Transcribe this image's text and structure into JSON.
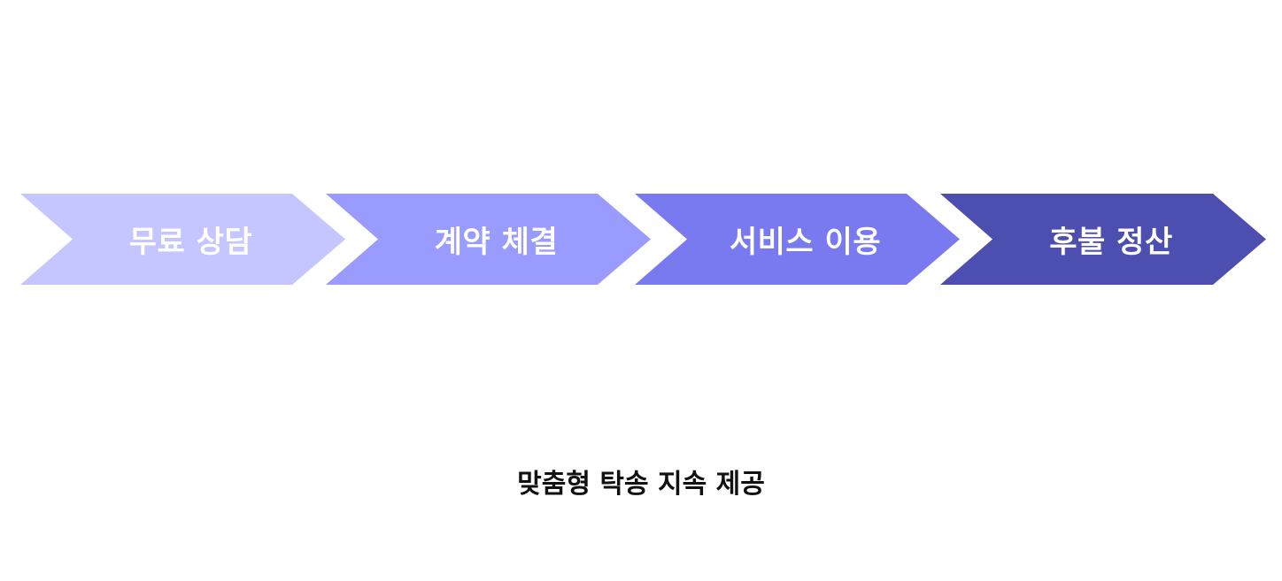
{
  "steps": [
    {
      "label": "무료 상담",
      "color": "#c5c6ff"
    },
    {
      "label": "계약 체결",
      "color": "#999bff"
    },
    {
      "label": "서비스 이용",
      "color": "#797af0"
    },
    {
      "label": "후불 정산",
      "color": "#4c4eb0"
    }
  ],
  "caption": "맞춤형 탁송 지속 제공",
  "text_color": "#ffffff"
}
